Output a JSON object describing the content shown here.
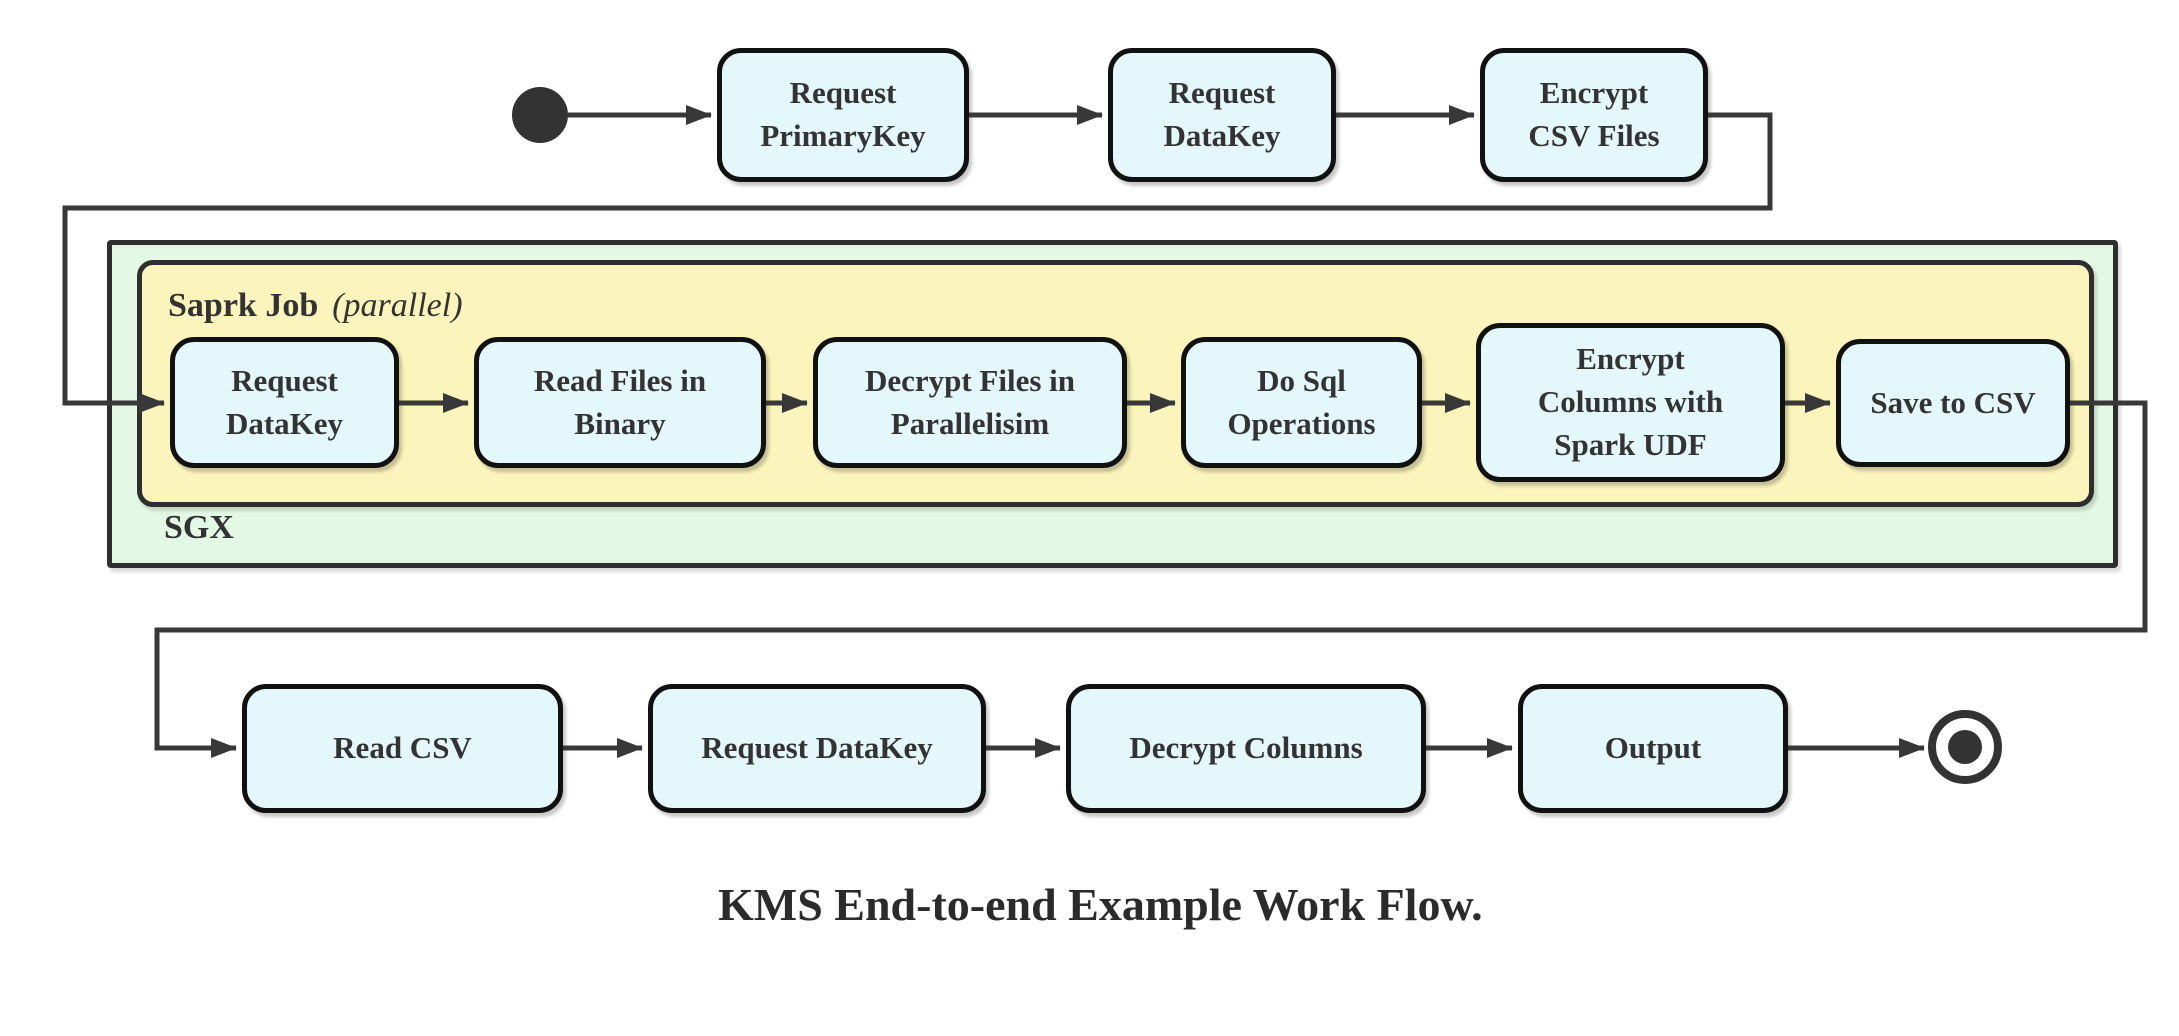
{
  "diagram_caption": "KMS End-to-end Example Work Flow.",
  "containers": {
    "sgx": {
      "label": "SGX"
    },
    "spark_job": {
      "title": "Saprk Job",
      "qualifier": "(parallel)"
    }
  },
  "markers": {
    "start": "start-state-filled-circle",
    "end": "end-state-bullseye"
  },
  "nodes": {
    "r1_request_primarykey": {
      "label": "Request\nPrimaryKey"
    },
    "r1_request_datakey": {
      "label": "Request\nDataKey"
    },
    "r1_encrypt_csv_files": {
      "label": "Encrypt\nCSV Files"
    },
    "r2_request_datakey": {
      "label": "Request\nDataKey"
    },
    "r2_read_files": {
      "label": "Read Files in\nBinary"
    },
    "r2_decrypt_files": {
      "label": "Decrypt Files in\nParallelisim"
    },
    "r2_do_sql": {
      "label": "Do Sql\nOperations"
    },
    "r2_encrypt_columns": {
      "label": "Encrypt\nColumns with\nSpark UDF"
    },
    "r2_save_csv": {
      "label": "Save to CSV"
    },
    "r3_read_csv": {
      "label": "Read CSV"
    },
    "r3_request_datakey": {
      "label": "Request DataKey"
    },
    "r3_decrypt_columns": {
      "label": "Decrypt Columns"
    },
    "r3_output": {
      "label": "Output"
    }
  },
  "colors": {
    "node_fill": "#e4f7fa",
    "node_border": "#111111",
    "spark_container_fill": "#fbf4bc",
    "sgx_container_fill": "#e4f8e6",
    "container_border": "#2e2e2e",
    "edge": "#383838",
    "text": "#333333"
  }
}
